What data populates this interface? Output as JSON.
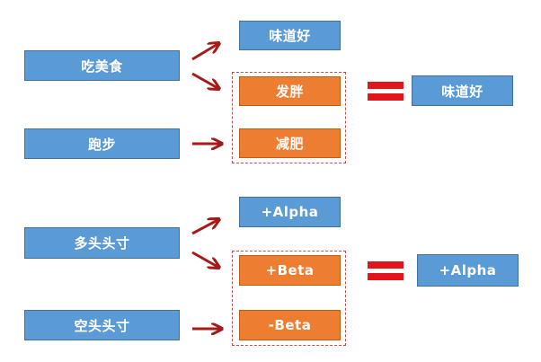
{
  "colors": {
    "blue": "#5b9bd5",
    "blue_border": "#41719c",
    "orange": "#ed7d31",
    "orange_border": "#c55a11",
    "red": "#e3141a",
    "arrow": "#a61a1a",
    "dash": "#c0504d"
  },
  "top": {
    "cause_1": "吃美食",
    "cause_2": "跑步",
    "result_good": "味道好",
    "result_fat": "发胖",
    "result_slim": "减肥",
    "equals_result": "味道好"
  },
  "bottom": {
    "cause_1": "多头头寸",
    "cause_2": "空头头寸",
    "result_alpha": "+Alpha",
    "result_beta": "+Beta",
    "result_neg_beta": "-Beta",
    "equals_result": "+Alpha"
  }
}
